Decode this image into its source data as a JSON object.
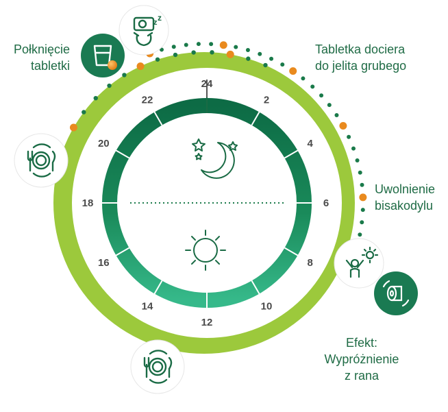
{
  "clock": {
    "hours": [
      "24",
      "2",
      "4",
      "6",
      "8",
      "10",
      "12",
      "14",
      "16",
      "18",
      "20",
      "22"
    ]
  },
  "labels": {
    "swallow": "Połknięcie\ntabletki",
    "colon": "Tabletka dociera\ndo jelita grubego",
    "release": "Uwolnienie\nbisakodylu",
    "effect": "Efekt:\nWypróżnienie\nz rana"
  },
  "icons": {
    "sleep": "sleeping-person-icon",
    "swallow": "glass-with-pill-icon",
    "meal_evening": "plate-cutlery-icon",
    "meal_morning": "plate-cutlery-icon",
    "wakeup": "person-waking-sun-icon",
    "toilet": "toilet-paper-icon",
    "night": "moon-stars-icon",
    "day": "sun-icon"
  },
  "colors": {
    "outer_ring": "#9cc93c",
    "inner_ring_dark": "#0d6b45",
    "inner_ring_light": "#2fae7f",
    "label_text": "#1f6b45",
    "dots_green": "#1a7a4a",
    "dots_orange": "#e98a1e"
  }
}
